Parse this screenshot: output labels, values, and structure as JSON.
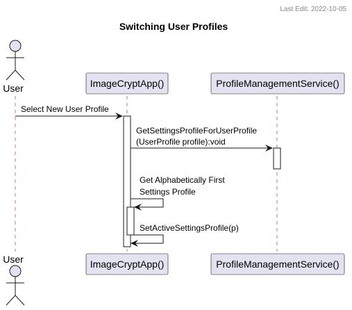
{
  "last_edit": "Last Edit: 2022-10-05",
  "title": "Switching User Profiles",
  "participants": {
    "user": "User",
    "app": "ImageCryptApp()",
    "service": "ProfileManagementService()"
  },
  "messages": {
    "m1": "Select New User Profile",
    "m2_line1": "GetSettingsProfileForUserProfile",
    "m2_line2": "(UserProfile profile):void",
    "m3_line1": "Get Alphabetically First",
    "m3_line2": "Settings Profile",
    "m4": "SetActiveSettingsProfile(p)"
  },
  "colors": {
    "participant_fill": "#e2e2f0",
    "lifeline": "#a80036",
    "text_muted": "#888888"
  }
}
